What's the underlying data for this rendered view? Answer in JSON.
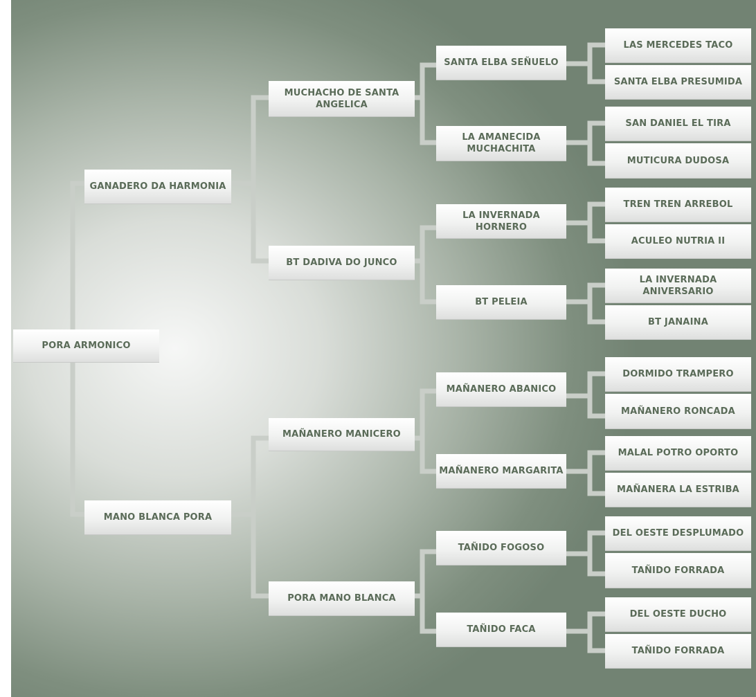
{
  "pedigree": {
    "subject": "PORA ARMONICO",
    "sire": "GANADERO DA HARMONIA",
    "dam": "MANO BLANCA PORA",
    "sire_sire": "MUCHACHO DE SANTA ANGELICA",
    "sire_dam": "BT DADIVA DO JUNCO",
    "dam_sire": "MAÑANERO MANICERO",
    "dam_dam": "PORA MANO BLANCA",
    "gen3": [
      "SANTA ELBA SEÑUELO",
      "LA AMANECIDA MUCHACHITA",
      "LA INVERNADA HORNERO",
      "BT PELEIA",
      "MAÑANERO ABANICO",
      "MAÑANERO MARGARITA",
      "TAÑIDO FOGOSO",
      "TAÑIDO FACA"
    ],
    "gen4": [
      "LAS MERCEDES TACO",
      "SANTA ELBA PRESUMIDA",
      "SAN DANIEL EL TIRA",
      "MUTICURA DUDOSA",
      "TREN TREN ARREBOL",
      "ACULEO NUTRIA II",
      "LA INVERNADA ANIVERSARIO",
      "BT JANAINA",
      "DORMIDO TRAMPERO",
      "MAÑANERO RONCADA",
      "MALAL POTRO OPORTO",
      "MAÑANERA LA ESTRIBA",
      "DEL OESTE DESPLUMADO",
      "TAÑIDO FORRADA",
      "DEL OESTE DUCHO",
      "TAÑIDO FORRADA"
    ]
  },
  "colors": {
    "text": "#5a6b58",
    "connector": "#c9cec8",
    "background_edge": "#728373",
    "background_center": "#f6f7f6"
  }
}
